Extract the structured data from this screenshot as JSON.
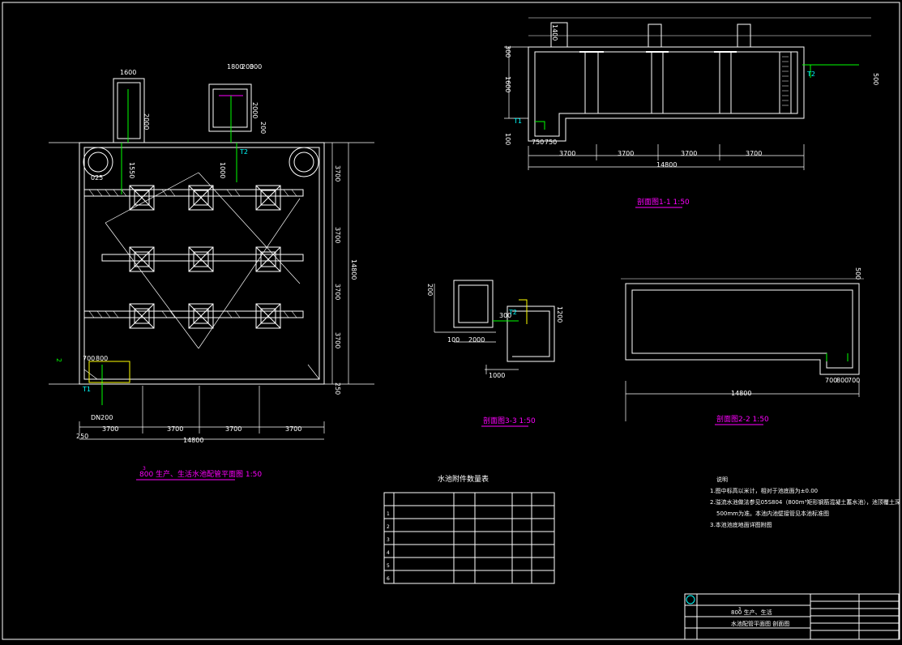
{
  "colors": {
    "background": "#000000",
    "outline": "#ffffff",
    "dimension": "#ffffff",
    "title": "#ff00ff",
    "pipe": "#00ff00",
    "water": "#00ffff",
    "note": "#ffff00"
  },
  "plan": {
    "title": "800 生产、生活水池配管平面图 1:50",
    "title_sup": "3",
    "dims_bottom": [
      "3700",
      "3700",
      "3700",
      "3700"
    ],
    "dims_bottom_offset": "250",
    "total_width": "14800",
    "dims_right": [
      "3700",
      "3700",
      "3700",
      "3700"
    ],
    "dims_right_offset": "250",
    "total_height": "14800",
    "dims_top": [
      "1600",
      "1800",
      "200",
      "300"
    ],
    "dim_1000": "1000",
    "dim_2000a": "2000",
    "dim_2000b": "2000",
    "dim_200": "200",
    "dim_025": "025",
    "dim_1550": "1550",
    "dim_700": "700",
    "dim_800": "800",
    "dim_2c": "2",
    "dim_dn": "DN200",
    "label_t2": "T2",
    "label_t1": "T1",
    "label_2": "2"
  },
  "section11": {
    "title": "剖面图1-1 1:50",
    "dims": [
      "3700",
      "3700",
      "3700",
      "3700"
    ],
    "total": "14800",
    "dim_750a": "750",
    "dim_750b": "750",
    "dim_1400": "1400",
    "dim_1600": "1600",
    "dim_100": "100",
    "dim_500": "500",
    "dim_300": "300",
    "label_t1": "T1",
    "label_t2": "T2"
  },
  "section33": {
    "title": "剖面图3-3 1:50",
    "dim_200": "200",
    "dim_100": "100",
    "dim_2000": "2000",
    "dim_1000": "1000",
    "dim_300": "300",
    "dim_1200": "1200",
    "label_t2": "T2"
  },
  "section22": {
    "title": "剖面图2-2 1:50",
    "total": "14800",
    "dims": [
      "700",
      "800",
      "700"
    ],
    "dim_500": "500"
  },
  "table": {
    "title": "水池附件数量表",
    "rows": [
      "1",
      "2",
      "3",
      "4",
      "5",
      "6"
    ]
  },
  "notes": {
    "heading": "说明",
    "lines": [
      "1.图中标高以米计，相对于池底面为±0.00",
      "2.溢流水池做法参见05S804（800m³矩形钢筋混凝土蓄水池），池顶覆土深",
      "500mm为准。本池内池壁接管见本池标准图",
      "3.本池池底地面详图附图"
    ]
  },
  "titleblock": {
    "line1": "800 生产、生活",
    "line1_sup": "3",
    "line2": "水池配管平面图 剖面图"
  }
}
